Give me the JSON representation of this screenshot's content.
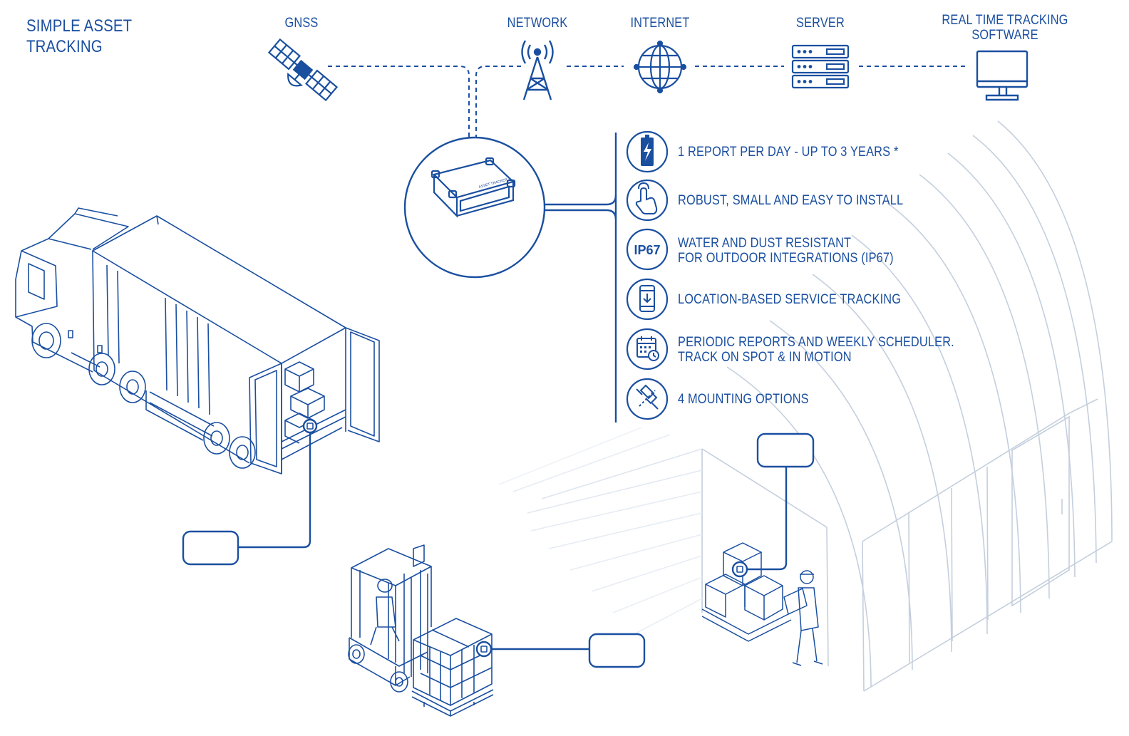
{
  "title": {
    "line1": "SIMPLE ASSET",
    "line2": "TRACKING"
  },
  "nodes": [
    {
      "label": "GNSS",
      "icon": "satellite-icon"
    },
    {
      "label": "NETWORK",
      "icon": "cell-tower-icon"
    },
    {
      "label": "INTERNET",
      "icon": "globe-icon"
    },
    {
      "label": "SERVER",
      "icon": "server-rack-icon"
    },
    {
      "label": "REAL TIME TRACKING",
      "label2": "SOFTWARE",
      "icon": "monitor-icon"
    }
  ],
  "device": {
    "label": "ASSET TRACKER",
    "icon": "tracker-device-icon"
  },
  "features": [
    {
      "icon": "battery-icon",
      "lines": [
        "1 REPORT PER DAY - UP TO 3 YEARS *"
      ]
    },
    {
      "icon": "touch-hand-icon",
      "lines": [
        "ROBUST, SMALL AND EASY TO INSTALL"
      ]
    },
    {
      "icon": "ip67-badge-icon",
      "badge": "IP67",
      "lines": [
        "WATER AND DUST RESISTANT",
        "FOR OUTDOOR INTEGRATIONS (IP67)"
      ]
    },
    {
      "icon": "phone-download-icon",
      "lines": [
        "LOCATION-BASED SERVICE TRACKING"
      ]
    },
    {
      "icon": "calendar-clock-icon",
      "lines": [
        "PERIODIC REPORTS AND WEEKLY SCHEDULER.",
        "TRACK ON SPOT & IN MOTION"
      ]
    },
    {
      "icon": "mounting-strap-icon",
      "lines": [
        "4 MOUNTING OPTIONS"
      ]
    }
  ],
  "scenes": [
    {
      "name": "truck",
      "icon": "truck-illustration"
    },
    {
      "name": "forklift",
      "icon": "forklift-illustration"
    },
    {
      "name": "warehouse",
      "icon": "warehouse-illustration"
    }
  ],
  "colors": {
    "primary": "#1a4fa0",
    "light_line": "#b9c6d8",
    "faint_line": "#d5dde8"
  }
}
